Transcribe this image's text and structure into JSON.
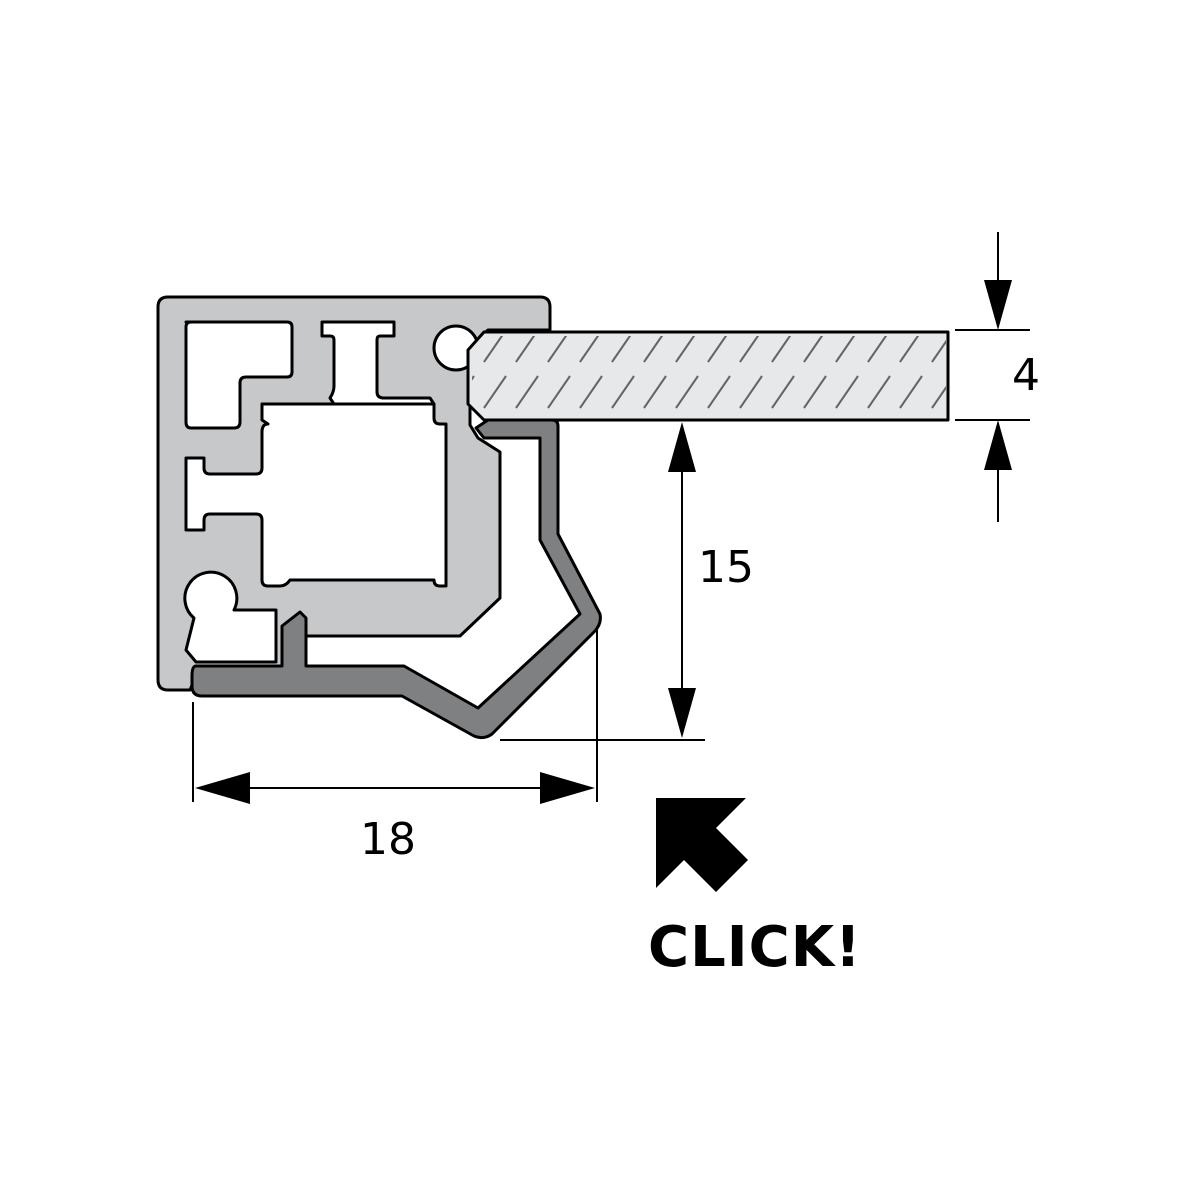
{
  "dimensions": {
    "width": "18",
    "height": "15",
    "panel_thickness": "4"
  },
  "callout": {
    "label": "CLICK!",
    "icon": "arrow-up-left-icon"
  },
  "colors": {
    "frame_fill": "#c7c8ca",
    "clip_fill": "#7f8081",
    "panel_fill": "#e7e8e9",
    "hatch": "#555555",
    "outline": "#000000"
  }
}
